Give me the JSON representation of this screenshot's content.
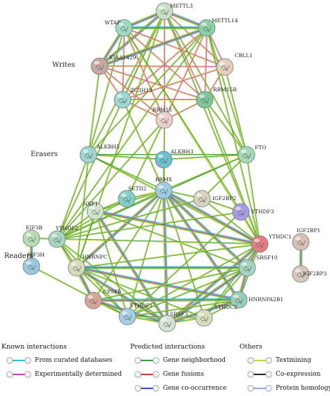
{
  "groups": {
    "writers": "Writes",
    "erasers": "Erasers",
    "readers": "Readers"
  },
  "nodes": [
    {
      "id": "METTL3",
      "label": "METTL3",
      "color": "#c9dfc6"
    },
    {
      "id": "WTAP",
      "label": "WTAP",
      "color": "#9fd9c2"
    },
    {
      "id": "METTL14",
      "label": "METTL14",
      "color": "#8fcfa6"
    },
    {
      "id": "KIAA1429",
      "label": "KIAA1429",
      "color": "#c8a8a0"
    },
    {
      "id": "CBLL1",
      "label": "CBLL1",
      "color": "#e6cdbe"
    },
    {
      "id": "ZC3H13",
      "label": "ZC3H13",
      "color": "#9fd6d2"
    },
    {
      "id": "RBM15B",
      "label": "RBM15B",
      "color": "#7ec79b"
    },
    {
      "id": "RBM15",
      "label": "RBM15",
      "color": "#e9cfc8"
    },
    {
      "id": "ALKBH5",
      "label": "ALKBH5",
      "color": "#9fd5cc"
    },
    {
      "id": "ALKBH3",
      "label": "ALKBH3",
      "color": "#6fc0cc"
    },
    {
      "id": "FTO",
      "label": "FTO",
      "color": "#a5d9b6"
    },
    {
      "id": "RBMX",
      "label": "RBMX",
      "color": "#9ccbe3"
    },
    {
      "id": "SETD2",
      "label": "SETD2",
      "color": "#86cfc7"
    },
    {
      "id": "IGF2BP2",
      "label": "IGF2BP2",
      "color": "#d8d3be"
    },
    {
      "id": "NXF1",
      "label": "NXF1",
      "color": "#cfe3cb"
    },
    {
      "id": "YTHDF3",
      "label": "YTHDF3",
      "color": "#a99be3"
    },
    {
      "id": "EIF3B",
      "label": "EIF3B",
      "color": "#b9dcb1"
    },
    {
      "id": "YTHDF2",
      "label": "YTHDF2",
      "color": "#a7d6c0"
    },
    {
      "id": "YTHDC1",
      "label": "YTHDC1",
      "color": "#e27d84"
    },
    {
      "id": "IGF2BP1",
      "label": "IGF2BP1",
      "color": "#d8c0b3"
    },
    {
      "id": "EIF3H",
      "label": "EIF3H",
      "color": "#9cc8dd"
    },
    {
      "id": "HNRNPC",
      "label": "HNRNPC",
      "color": "#d6dab8"
    },
    {
      "id": "SRSF10",
      "label": "SRSF10",
      "color": "#a6d3c1"
    },
    {
      "id": "IGF2BP3",
      "label": "IGF2BP3",
      "color": "#dac7bb"
    },
    {
      "id": "CPSF6",
      "label": "CPSF6",
      "color": "#d7a598"
    },
    {
      "id": "HNRNPA2B1",
      "label": "HNRNPA2B1",
      "color": "#9ccdb8"
    },
    {
      "id": "YTHDF1",
      "label": "YTHDF1",
      "color": "#a6cde2"
    },
    {
      "id": "YTHDC2",
      "label": "YTHDC2",
      "color": "#d7dcbc"
    },
    {
      "id": "SRSF3",
      "label": "SRSF3",
      "color": "#d4e2d2"
    }
  ],
  "edges": [
    [
      "METTL3",
      "WTAP",
      "cpgy"
    ],
    [
      "METTL3",
      "METTL14",
      "cpgy"
    ],
    [
      "METTL3",
      "KIAA1429",
      "cpgy"
    ],
    [
      "METTL3",
      "ZC3H13",
      "py"
    ],
    [
      "METTL3",
      "RBM15B",
      "py"
    ],
    [
      "METTL3",
      "RBM15",
      "py"
    ],
    [
      "METTL3",
      "CBLL1",
      "py"
    ],
    [
      "METTL3",
      "ALKBH5",
      "gy"
    ],
    [
      "METTL3",
      "FTO",
      "gy"
    ],
    [
      "METTL3",
      "YTHDF2",
      "gy"
    ],
    [
      "METTL3",
      "YTHDC1",
      "gy"
    ],
    [
      "METTL3",
      "HNRNPC",
      "gy"
    ],
    [
      "WTAP",
      "METTL14",
      "cpgy"
    ],
    [
      "WTAP",
      "KIAA1429",
      "cpgy"
    ],
    [
      "WTAP",
      "ZC3H13",
      "py"
    ],
    [
      "WTAP",
      "RBM15",
      "py"
    ],
    [
      "WTAP",
      "RBM15B",
      "py"
    ],
    [
      "WTAP",
      "CBLL1",
      "py"
    ],
    [
      "WTAP",
      "ALKBH5",
      "gy"
    ],
    [
      "WTAP",
      "YTHDC1",
      "gy"
    ],
    [
      "WTAP",
      "YTHDF3",
      "gy"
    ],
    [
      "METTL14",
      "KIAA1429",
      "cpgy"
    ],
    [
      "METTL14",
      "ZC3H13",
      "py"
    ],
    [
      "METTL14",
      "RBM15B",
      "py"
    ],
    [
      "METTL14",
      "RBM15",
      "py"
    ],
    [
      "METTL14",
      "CBLL1",
      "py"
    ],
    [
      "METTL14",
      "FTO",
      "gy"
    ],
    [
      "METTL14",
      "YTHDF2",
      "gy"
    ],
    [
      "METTL14",
      "YTHDC1",
      "gy"
    ],
    [
      "METTL14",
      "ALKBH5",
      "gy"
    ],
    [
      "KIAA1429",
      "ZC3H13",
      "py"
    ],
    [
      "KIAA1429",
      "RBM15",
      "py"
    ],
    [
      "KIAA1429",
      "RBM15B",
      "py"
    ],
    [
      "KIAA1429",
      "CBLL1",
      "py"
    ],
    [
      "KIAA1429",
      "ALKBH5",
      "gy"
    ],
    [
      "CBLL1",
      "RBM15B",
      "py"
    ],
    [
      "CBLL1",
      "ZC3H13",
      "py"
    ],
    [
      "CBLL1",
      "FTO",
      "gy"
    ],
    [
      "ZC3H13",
      "RBM15",
      "py"
    ],
    [
      "ZC3H13",
      "RBM15B",
      "py"
    ],
    [
      "ZC3H13",
      "RBMX",
      "gy"
    ],
    [
      "RBM15B",
      "RBM15",
      "py"
    ],
    [
      "RBM15B",
      "FTO",
      "gy"
    ],
    [
      "RBM15B",
      "YTHDC1",
      "gy"
    ],
    [
      "RBM15",
      "RBMX",
      "gy"
    ],
    [
      "RBM15",
      "YTHDF2",
      "gy"
    ],
    [
      "RBM15",
      "SETD2",
      "gy"
    ],
    [
      "ALKBH5",
      "FTO",
      "gy"
    ],
    [
      "ALKBH5",
      "ALKBH3",
      "gy"
    ],
    [
      "ALKBH5",
      "YTHDF2",
      "gy"
    ],
    [
      "ALKBH5",
      "RBMX",
      "gy"
    ],
    [
      "ALKBH5",
      "HNRNPC",
      "gy"
    ],
    [
      "ALKBH5",
      "YTHDC1",
      "gy"
    ],
    [
      "ALKBH3",
      "RBMX",
      "gy"
    ],
    [
      "ALKBH3",
      "FTO",
      "gy"
    ],
    [
      "FTO",
      "YTHDF2",
      "gy"
    ],
    [
      "FTO",
      "YTHDC1",
      "gy"
    ],
    [
      "FTO",
      "IGF2BP2",
      "gy"
    ],
    [
      "FTO",
      "RBMX",
      "gy"
    ],
    [
      "RBMX",
      "SETD2",
      "gy"
    ],
    [
      "RBMX",
      "IGF2BP2",
      "gy"
    ],
    [
      "RBMX",
      "NXF1",
      "gy"
    ],
    [
      "RBMX",
      "YTHDF2",
      "gy"
    ],
    [
      "RBMX",
      "HNRNPC",
      "cpgy"
    ],
    [
      "RBMX",
      "YTHDC1",
      "cpgy"
    ],
    [
      "RBMX",
      "SRSF10",
      "cpgy"
    ],
    [
      "RBMX",
      "HNRNPA2B1",
      "cpgy"
    ],
    [
      "RBMX",
      "SRSF3",
      "cpgy"
    ],
    [
      "RBMX",
      "YTHDC2",
      "gy"
    ],
    [
      "RBMX",
      "YTHDF1",
      "gy"
    ],
    [
      "RBMX",
      "CPSF6",
      "gy"
    ],
    [
      "SETD2",
      "YTHDF2",
      "gy"
    ],
    [
      "SETD2",
      "NXF1",
      "gy"
    ],
    [
      "IGF2BP2",
      "YTHDF3",
      "gy"
    ],
    [
      "IGF2BP2",
      "YTHDC1",
      "gy"
    ],
    [
      "IGF2BP2",
      "YTHDF2",
      "gy"
    ],
    [
      "NXF1",
      "YTHDF2",
      "gy"
    ],
    [
      "NXF1",
      "HNRNPC",
      "gy"
    ],
    [
      "NXF1",
      "YTHDC1",
      "cpgy"
    ],
    [
      "NXF1",
      "SRSF3",
      "cpgy"
    ],
    [
      "NXF1",
      "SRSF10",
      "gy"
    ],
    [
      "NXF1",
      "YTHDF1",
      "gy"
    ],
    [
      "YTHDF3",
      "YTHDF2",
      "gy"
    ],
    [
      "YTHDF3",
      "YTHDF1",
      "gy"
    ],
    [
      "YTHDF3",
      "YTHDC1",
      "gy"
    ],
    [
      "EIF3B",
      "EIF3H",
      "cpgy"
    ],
    [
      "EIF3B",
      "YTHDF2",
      "gy"
    ],
    [
      "EIF3H",
      "YTHDF1",
      "gy"
    ],
    [
      "YTHDF2",
      "HNRNPC",
      "gy"
    ],
    [
      "YTHDF2",
      "YTHDF1",
      "gy"
    ],
    [
      "YTHDF2",
      "YTHDC1",
      "gy"
    ],
    [
      "YTHDF2",
      "SRSF3",
      "gy"
    ],
    [
      "YTHDF2",
      "CPSF6",
      "gy"
    ],
    [
      "YTHDC1",
      "SRSF10",
      "cpgy"
    ],
    [
      "YTHDC1",
      "HNRNPA2B1",
      "gy"
    ],
    [
      "YTHDC1",
      "SRSF3",
      "cpgy"
    ],
    [
      "YTHDC1",
      "HNRNPC",
      "gy"
    ],
    [
      "YTHDC1",
      "YTHDF1",
      "gy"
    ],
    [
      "YTHDC1",
      "YTHDC2",
      "gy"
    ],
    [
      "HNRNPC",
      "SRSF10",
      "cpgy"
    ],
    [
      "HNRNPC",
      "HNRNPA2B1",
      "cpgy"
    ],
    [
      "HNRNPC",
      "SRSF3",
      "cpgy"
    ],
    [
      "HNRNPC",
      "CPSF6",
      "cpgy"
    ],
    [
      "HNRNPC",
      "YTHDF1",
      "gy"
    ],
    [
      "HNRNPC",
      "YTHDC2",
      "gy"
    ],
    [
      "SRSF10",
      "HNRNPA2B1",
      "cpgy"
    ],
    [
      "SRSF10",
      "SRSF3",
      "cpgy"
    ],
    [
      "SRSF10",
      "YTHDF1",
      "gy"
    ],
    [
      "SRSF10",
      "YTHDC2",
      "gy"
    ],
    [
      "SRSF10",
      "CPSF6",
      "gy"
    ],
    [
      "CPSF6",
      "YTHDF1",
      "gy"
    ],
    [
      "CPSF6",
      "SRSF3",
      "cpgy"
    ],
    [
      "CPSF6",
      "HNRNPA2B1",
      "cpgy"
    ],
    [
      "HNRNPA2B1",
      "SRSF3",
      "cpgy"
    ],
    [
      "HNRNPA2B1",
      "YTHDC2",
      "gy"
    ],
    [
      "HNRNPA2B1",
      "YTHDF1",
      "gy"
    ],
    [
      "YTHDF1",
      "SRSF3",
      "gy"
    ],
    [
      "YTHDF1",
      "YTHDC2",
      "gy"
    ],
    [
      "SRSF3",
      "YTHDC2",
      "gy"
    ],
    [
      "IGF2BP1",
      "IGF2BP3",
      "cpgy"
    ]
  ],
  "edge_colors": {
    "c": "#2bc3cf",
    "p": "#d63fb0",
    "g": "#3a9a3a",
    "y": "#c8d640",
    "k": "#222222",
    "n": "#7a8bd6"
  },
  "legend": {
    "known": {
      "title": "Known interactions",
      "items": [
        {
          "label": "From curated databases",
          "color": "#2bc3cf"
        },
        {
          "label": "Experimentally determined",
          "color": "#d63fb0"
        }
      ]
    },
    "predicted": {
      "title": "Predicted interactions",
      "items": [
        {
          "label": "Gene neighborhood",
          "color": "#3a9a3a"
        },
        {
          "label": "Gene fusions",
          "color": "#e0352f"
        },
        {
          "label": "Gene co-occurrence",
          "color": "#2b4fd0"
        }
      ]
    },
    "others": {
      "title": "Others",
      "items": [
        {
          "label": "Textmining",
          "color": "#c8d640"
        },
        {
          "label": "Co-expression",
          "color": "#222222"
        },
        {
          "label": "Protein homology",
          "color": "#9aa7e0"
        }
      ]
    }
  }
}
